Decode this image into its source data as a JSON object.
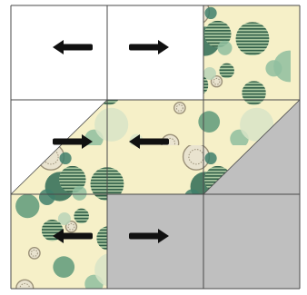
{
  "colors": {
    "background": "#ffffff",
    "white_cell": "#ffffff",
    "fabric_base": "#f6f0c8",
    "solid_gray": "#bfbfbf",
    "seam_line": "#4a4a4a",
    "arrow": "#111111",
    "dot_palette": [
      "#2e6b55",
      "#5e9a7a",
      "#8fbf9f",
      "#b9d4b8",
      "#3f7f6b",
      "#d9e4c7"
    ],
    "stripe_dark": "#2f5d46",
    "stripe_light": "#a9c7a0",
    "medallion": "#9b9178"
  },
  "grid": {
    "rows": 3,
    "cols": 3
  },
  "cells": [
    {
      "row": 0,
      "col": 0,
      "fill": "white"
    },
    {
      "row": 0,
      "col": 1,
      "fill": "white"
    },
    {
      "row": 0,
      "col": 2,
      "fill": "fabric"
    },
    {
      "row": 1,
      "col": 0,
      "fill": "split-white-top-left-fabric-bottom-right"
    },
    {
      "row": 1,
      "col": 1,
      "fill": "fabric"
    },
    {
      "row": 1,
      "col": 2,
      "fill": "split-fabric-top-left-gray-bottom-right"
    },
    {
      "row": 2,
      "col": 0,
      "fill": "fabric"
    },
    {
      "row": 2,
      "col": 1,
      "fill": "gray"
    },
    {
      "row": 2,
      "col": 2,
      "fill": "gray"
    }
  ],
  "arrows": [
    {
      "row": 0,
      "col": 0,
      "direction": "left"
    },
    {
      "row": 0,
      "col": 1,
      "direction": "right"
    },
    {
      "row": 1,
      "col": 0,
      "direction": "right"
    },
    {
      "row": 1,
      "col": 1,
      "direction": "left"
    },
    {
      "row": 2,
      "col": 0,
      "direction": "left"
    },
    {
      "row": 2,
      "col": 1,
      "direction": "right"
    }
  ]
}
